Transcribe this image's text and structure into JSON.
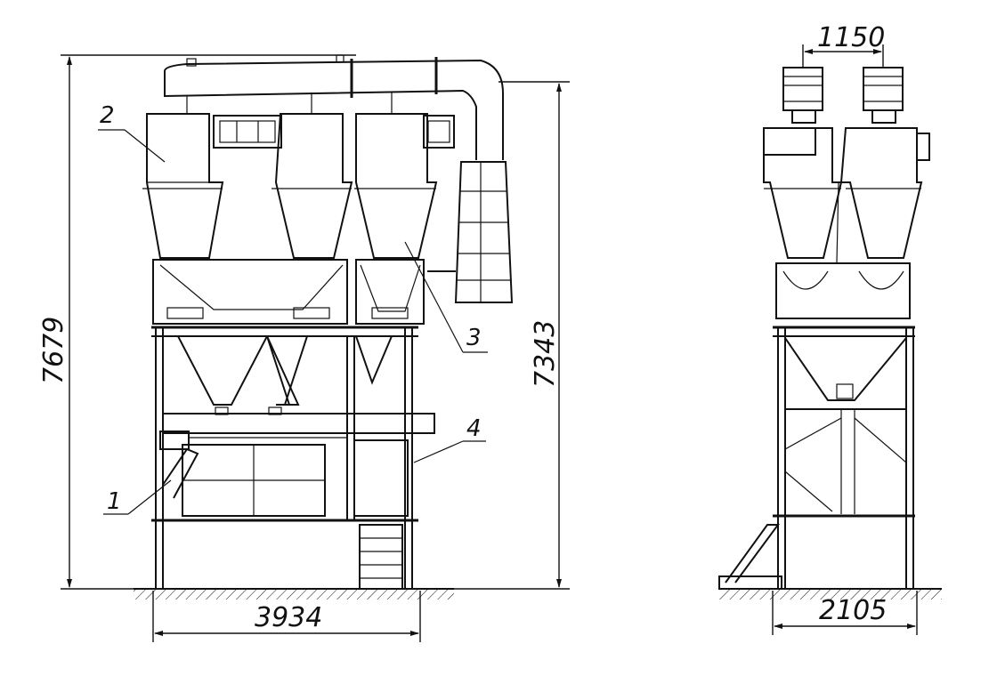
{
  "front_view": {
    "dimensions": {
      "total_height": "7679",
      "top_height": "7343",
      "width": "3934"
    },
    "positions": [
      "1",
      "2",
      "3",
      "4"
    ]
  },
  "side_view": {
    "dimensions": {
      "top_spacing": "1150",
      "width": "2105"
    }
  }
}
